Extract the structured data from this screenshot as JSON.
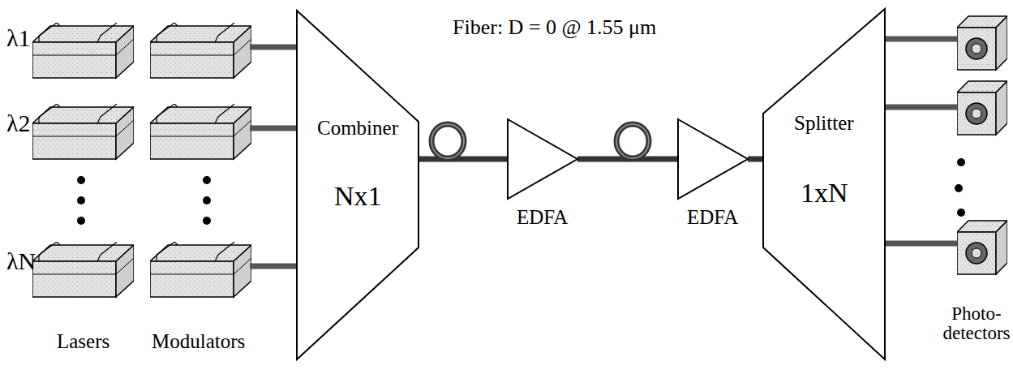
{
  "diagram": {
    "nodes": [
      {
        "text": [
          "Combiner",
          "Nx1"
        ]
      },
      {
        "text": [
          "EDFA"
        ]
      },
      {
        "text": [
          "EDFA"
        ]
      },
      {
        "text": [
          "Splitter",
          "1xN"
        ]
      }
    ],
    "edges": [
      {
        "from": 0,
        "to": 1,
        "arrow": "none"
      },
      {
        "from": 1,
        "to": 2,
        "arrow": "none"
      },
      {
        "from": 2,
        "to": 3,
        "arrow": "none"
      }
    ],
    "labels": [
      "λ1",
      "λ2",
      "λN",
      "Fiber: D = 0 @ 1.55 μm",
      "Lasers",
      "Modulators",
      "Photo-detectors"
    ]
  }
}
